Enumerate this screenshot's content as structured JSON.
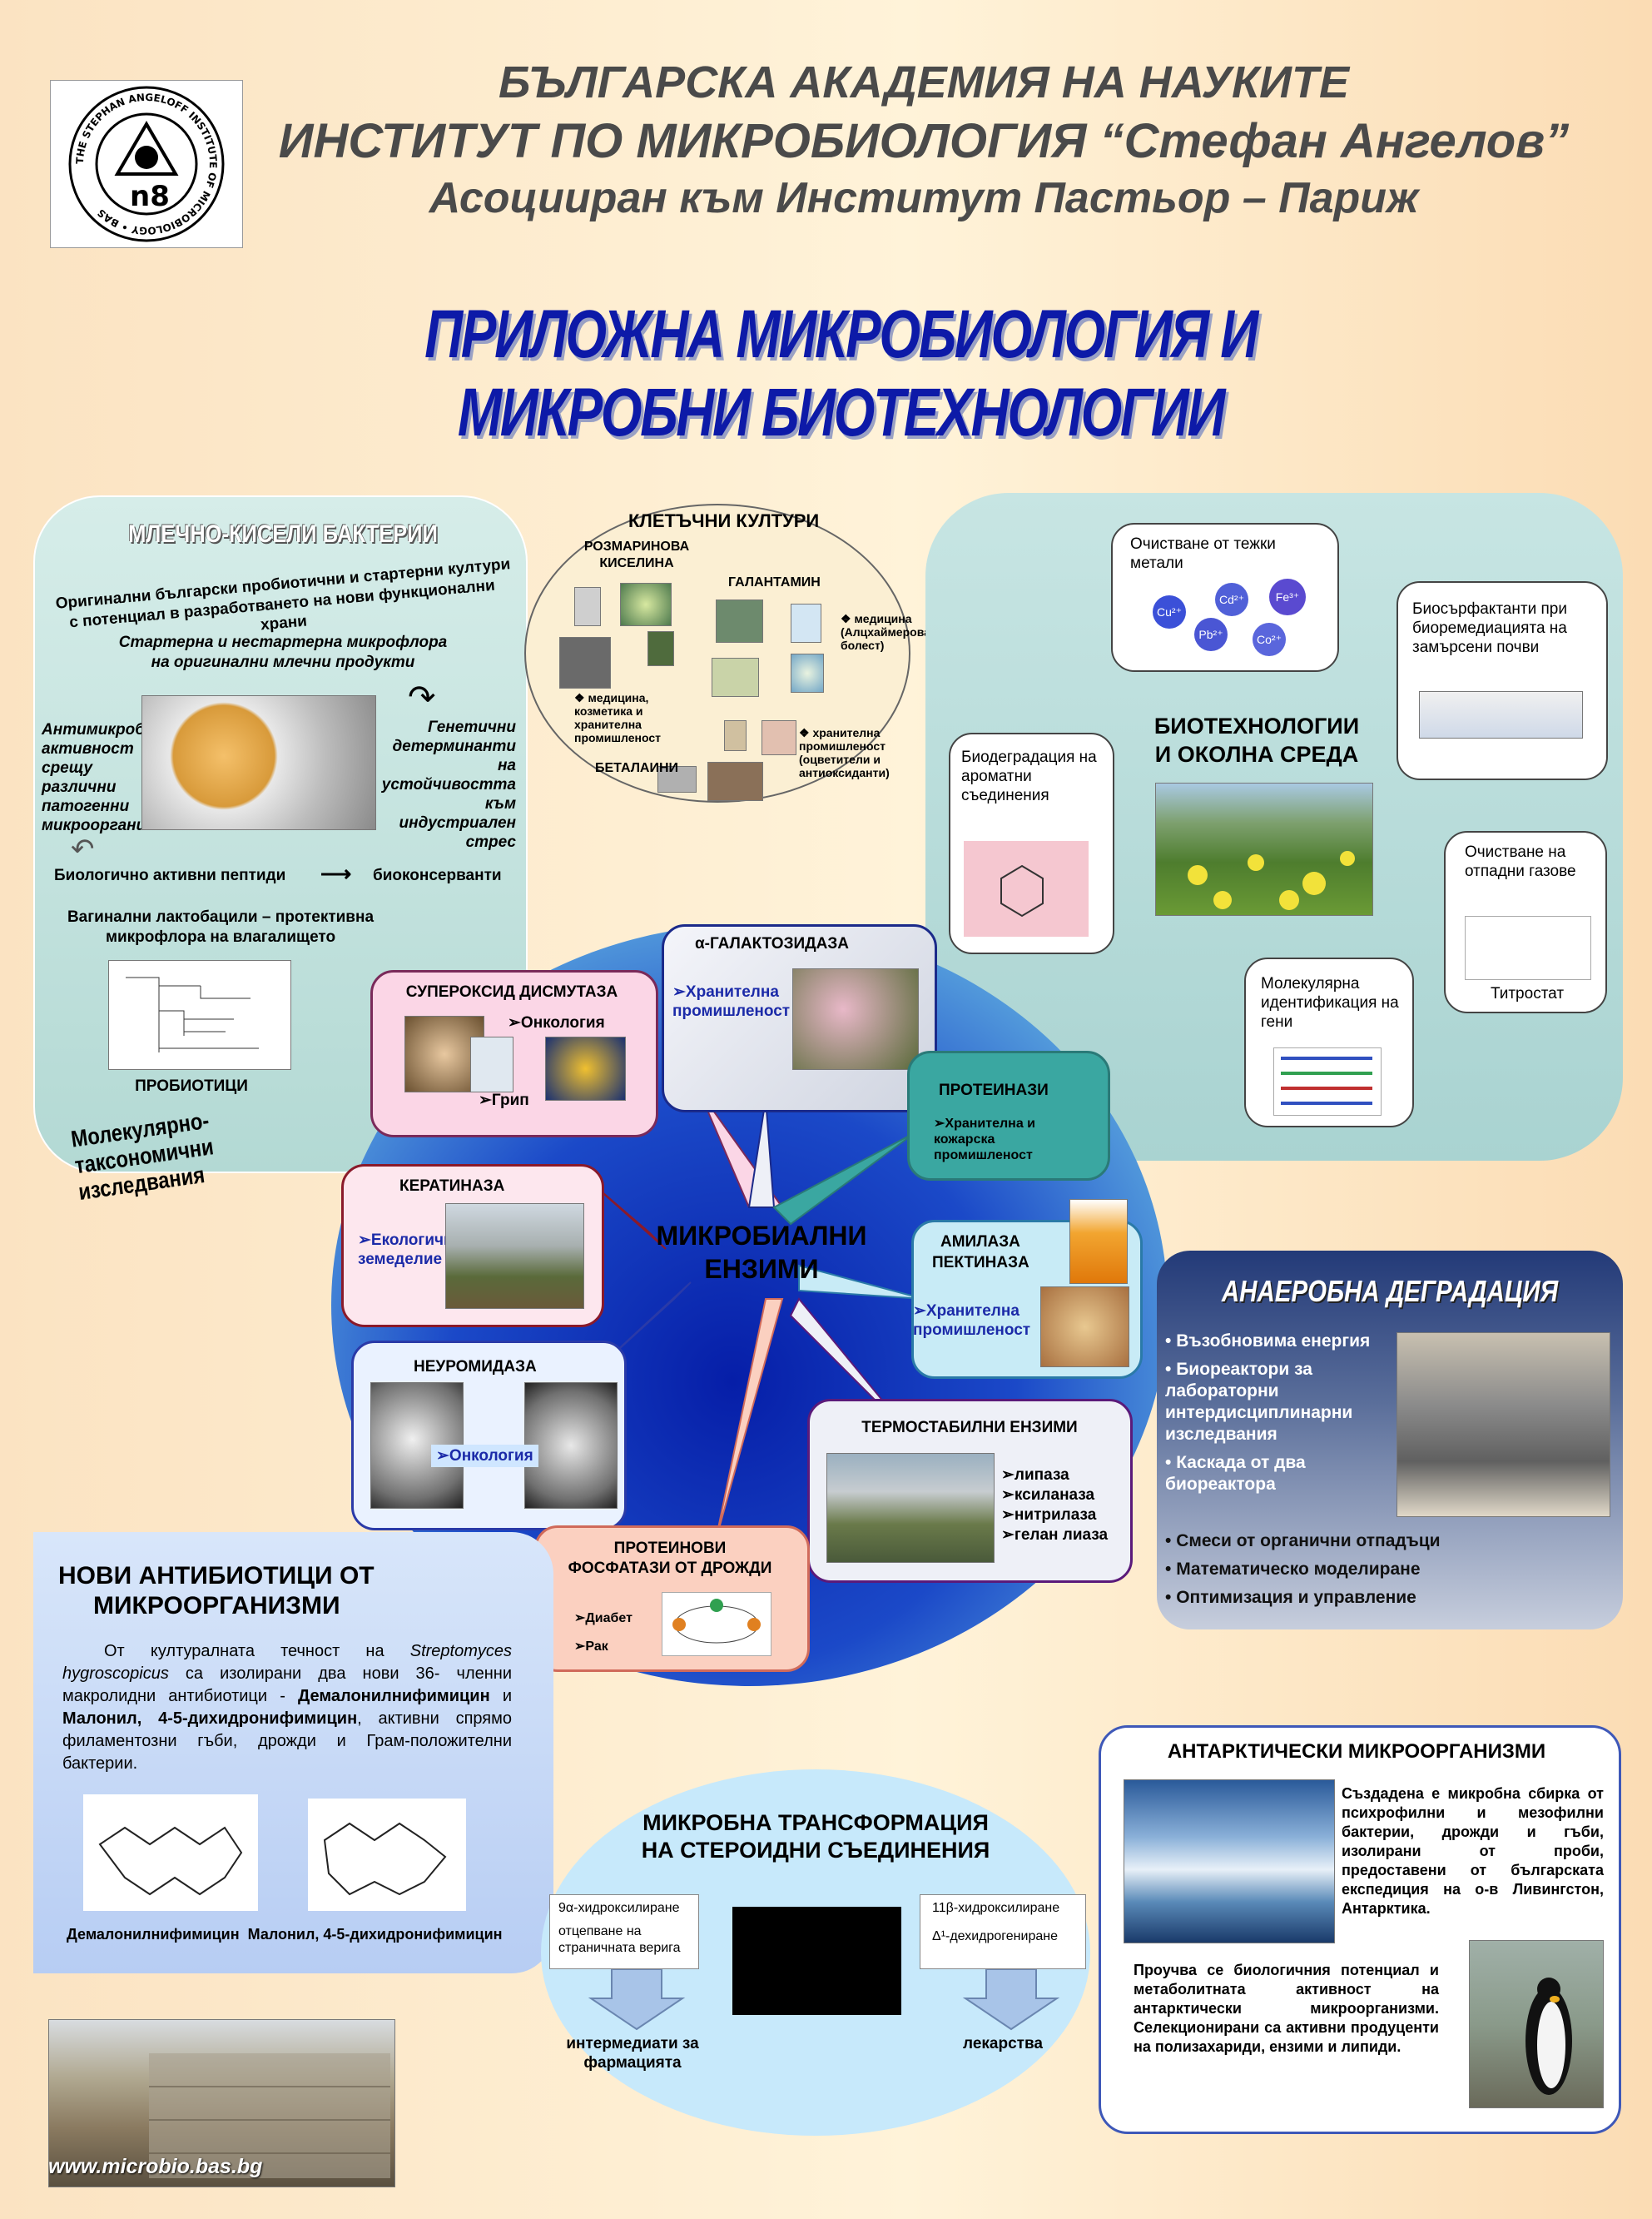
{
  "header": {
    "line1": "БЪЛГАРСКА АКАДЕМИЯ НА НАУКИТЕ",
    "line2": "ИНСТИТУТ ПО МИКРОБИОЛОГИЯ “Стефан Ангелов”",
    "line3": "Асоцииран към Институт Пастьор – Париж",
    "logo_text": "THE STEPHAN ANGELOFF INSTITUTE OF MICROBIOLOGY • BAS"
  },
  "main_title": "ПРИЛОЖНА МИКРОБИОЛОГИЯ И МИКРОБНИ БИОТЕХНОЛОГИИ",
  "lactic": {
    "title": "МЛЕЧНО-КИСЕЛИ БАКТЕРИИ",
    "subtitle_line1": "Оригинални български пробиотични и стартерни култури",
    "subtitle_line2": "с потенциал в разработването на нови функционални храни",
    "starter_line1": "Стартерна и нестартерна микрофлора",
    "starter_line2": "на оригинални млечни продукти",
    "antimicrobial": "Антимикробна активност срещу различни патогенни микроорганизми",
    "genetic": "Генетични детерминанти на устойчивостта към индустриален стрес",
    "peptides": "Биологично активни пептиди",
    "arrow": "⟶",
    "biopreservatives": "биоконсерванти",
    "vaginal_line1": "Вагинални лактобацили – протективна",
    "vaginal_line2": "микрофлора на влагалището",
    "probiotics": "ПРОБИОТИЦИ",
    "taxonomy": "Молекулярно-таксономични изследвания"
  },
  "cells": {
    "title": "КЛЕТЪЧНИ КУЛТУРИ",
    "rosmarinic_line1": "РОЗМАРИНОВА",
    "rosmarinic_line2": "КИСЕЛИНА",
    "galantamine": "ГАЛАНТАМИН",
    "medicine_alz": "❖ медицина (Алцхаймерова болест)",
    "medicine_cosm": "❖ медицина, козметика и хранителна промишленост",
    "food_ind": "❖ хранителна промишленост (оцветители и антиоксиданти)",
    "betalains": "БЕТАЛАИНИ"
  },
  "env": {
    "heavy_metals": "Очистване от тежки метали",
    "ions": [
      "Cu²⁺",
      "Cd²⁺",
      "Fe³⁺",
      "Pb²⁺",
      "Co²⁺"
    ],
    "biosurf": "Биосърфактанти при биоремедиацията на замърсени почви",
    "title_line1": "БИОТЕХНОЛОГИИ",
    "title_line2": "И ОКОЛНА СРЕДА",
    "biodeg": "Биодеградация на ароматни съединения",
    "gas": "Очистване на отпадни газове",
    "titrostat": "Титростат",
    "molecular": "Молекулярна идентификация на гени"
  },
  "enzymes": {
    "center_line1": "МИКРОБИАЛНИ",
    "center_line2": "ЕНЗИМИ",
    "galacto_title": "α-ГАЛАКТОЗИДАЗА",
    "galacto_use": "➢Хранителна промишленост",
    "sod_title": "СУПЕРОКСИД ДИСМУТАЗА",
    "sod_onc": "➢Онкология",
    "sod_flu": "➢Грип",
    "prot_title": "ПРОТЕИНАЗИ",
    "prot_use": "➢Хранителна и кожарска промишленост",
    "kerat_title": "КЕРАТИНАЗА",
    "kerat_use": "➢Екологично земеделие",
    "amyl_line1": "АМИЛАЗА",
    "amyl_line2": "ПЕКТИНАЗА",
    "amyl_use": "➢Хранителна промишленост",
    "neur_title": "НЕУРОМИДАЗА",
    "neur_use": "➢Онкология",
    "thermo_title": "ТЕРМОСТАБИЛНИ ЕНЗИМИ",
    "thermo_items": [
      "➢липаза",
      "➢ксиланаза",
      "➢нитрилаза",
      "➢гелан лиаза"
    ],
    "phos_line1": "ПРОТЕИНОВИ",
    "phos_line2": "ФОСФАТАЗИ ОТ ДРОЖДИ",
    "phos_items": [
      "➢Диабет",
      "➢Рак"
    ]
  },
  "anaerobic": {
    "title": "АНАЕРОБНА ДЕГРАДАЦИЯ",
    "items": [
      "Възобновима енергия",
      "Биореактори за лабораторни интердисциплинарни изследвания",
      "Каскада от два биореактора",
      "Смеси от органични отпадъци",
      "Математическо моделиране",
      "Оптимизация и управление"
    ]
  },
  "antibiotics": {
    "title_line1": "НОВИ АНТИБИОТИЦИ ОТ",
    "title_line2": "МИКРООРГАНИЗМИ",
    "p_intro": "От културалната течност на ",
    "p_species": "Streptomyces hygroscopicus",
    "p_mid": " са изолирани два нови 36- членни макролидни антибиотици - ",
    "p_name1": "Демалонилнифимицин",
    "p_and": " и ",
    "p_name2": "Малонил, 4-5-дихидронифимицин",
    "p_end": ", активни спрямо филаментозни гъби, дрожди и Грам-положителни бактерии.",
    "caption": "Демалонилнифимицин  Малонил, 4-5-дихидронифимицин"
  },
  "steroids": {
    "title_line1": "МИКРОБНА ТРАНСФОРМАЦИЯ",
    "title_line2": "НА СТЕРОИДНИ СЪЕДИНЕНИЯ",
    "left_line1": "9α-хидроксилиране",
    "left_line2": "отцепване на страничната верига",
    "right_line1": "11β-хидроксилиране",
    "right_line2": "Δ¹-дехидрогениране",
    "left_out": "интермедиати за фармацията",
    "right_out": "лекарства"
  },
  "antarctic": {
    "title": "АНТАРКТИЧЕСКИ МИКРООРГАНИЗМИ",
    "p1": "Създадена е микробна сбирка от психрофилни и мезофилни бактерии, дрожди и гъби, изолирани от проби, предоставени от българската експедиция на о-в Ливингстон, Антарктика.",
    "p2": "Проучва се биологичния потенциал и метаболитната активност на антарктически микроорганизми. Селекционирани са активни продуценти на полизахариди, ензими и липиди."
  },
  "footer": {
    "url": "www.microbio.bas.bg"
  },
  "colors": {
    "title_blue": "#0d1aa8",
    "header_gray": "#4a4a4a",
    "sod_border": "#7a2a5a",
    "galacto_border": "#1b2a8a",
    "prot_bg": "#3aa7a1",
    "kerat_border": "#8a1a2a",
    "neur_border": "#2a3aa8",
    "thermo_border": "#5a1a7a",
    "phos_bg": "#fbd0c0"
  }
}
